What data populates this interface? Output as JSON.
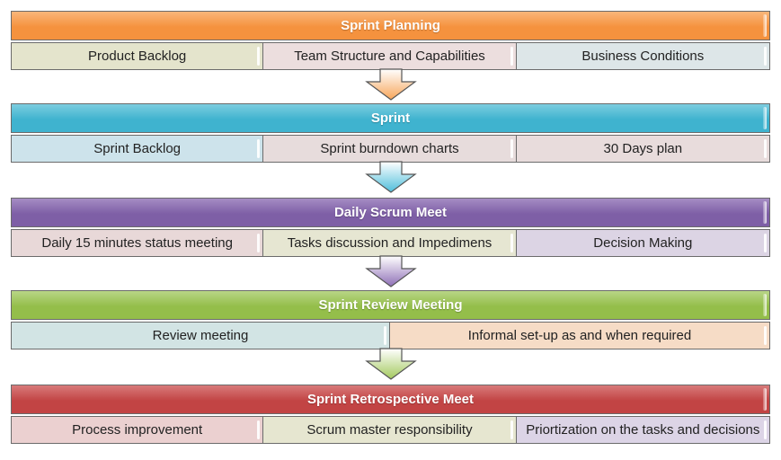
{
  "stages": [
    {
      "title": "Sprint Planning",
      "header_color": "#f5923e",
      "header_color_light": "#f9b67a",
      "arrow_color": "#f7a55a",
      "cells": [
        {
          "label": "Product Backlog",
          "bg": "#e4e4cc"
        },
        {
          "label": "Team Structure and Capabilities",
          "bg": "#ecdede"
        },
        {
          "label": "Business Conditions",
          "bg": "#dde6e8"
        }
      ]
    },
    {
      "title": "Sprint",
      "header_color": "#3fb3cf",
      "header_color_light": "#7ccde0",
      "arrow_color": "#4fbedb",
      "cells": [
        {
          "label": "Sprint Backlog",
          "bg": "#cde3eb"
        },
        {
          "label": "Sprint burndown charts",
          "bg": "#e7dcdc"
        },
        {
          "label": "30 Days plan",
          "bg": "#e8dcdc"
        }
      ]
    },
    {
      "title": "Daily Scrum Meet",
      "header_color": "#7e5fa6",
      "header_color_light": "#a58cc4",
      "arrow_color": "#8e6fb6",
      "cells": [
        {
          "label": "Daily 15 minutes status meeting",
          "bg": "#e8d8d8"
        },
        {
          "label": "Tasks discussion and Impedimens",
          "bg": "#e6e6d2"
        },
        {
          "label": "Decision Making",
          "bg": "#dcd4e4"
        }
      ]
    },
    {
      "title": "Sprint Review Meeting",
      "header_color": "#94be4a",
      "header_color_light": "#b8d586",
      "arrow_color": "#a3c95e",
      "cells": [
        {
          "label": "Review meeting",
          "bg": "#d2e4e4"
        },
        {
          "label": "Informal set-up as and when required",
          "bg": "#f6dcc6"
        }
      ]
    },
    {
      "title": "Sprint Retrospective Meet",
      "header_color": "#c24444",
      "header_color_light": "#d87a7a",
      "arrow_color": null,
      "cells": [
        {
          "label": "Process improvement",
          "bg": "#ebd0d0"
        },
        {
          "label": "Scrum master responsibility",
          "bg": "#e6e6d0"
        },
        {
          "label": "Priortization on the tasks and decisions",
          "bg": "#dcd4e6"
        }
      ]
    }
  ]
}
